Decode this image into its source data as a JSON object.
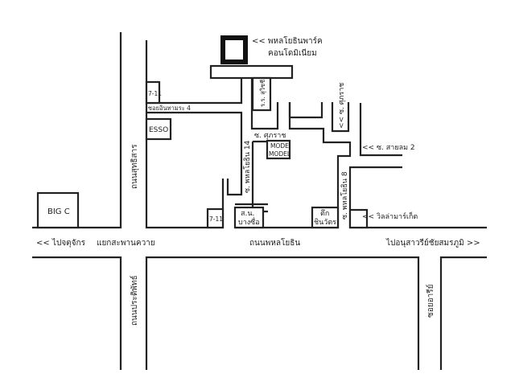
{
  "landmarks": {
    "condo_line1": "<< พหลโยธินพาร์ค",
    "condo_line2": "คอนโดมิเนียม",
    "school": "ร.ร. สุวิชชี",
    "seven_eleven_top": "7-11",
    "seven_eleven_bottom": "7-11",
    "esso": "ESSO",
    "mode_model_line1": "MODE",
    "mode_model_line2": "MODEL",
    "police_line1": "ส.น.",
    "police_line2": "บางซื่อ",
    "shinawatra_line1": "ตึก",
    "shinawatra_line2": "ชินวัตร",
    "villa_market": "<< วิลล่ามาร์เก็ต",
    "big_c": "BIG C"
  },
  "streets": {
    "soi_inthamara_4": "ซอยอินทามระ 4",
    "soi_supharat": "ซ. ศุภราช",
    "soi_supharat_arrow": "<< ซ. ศุภราช",
    "soi_phahon_14": "ซ. พหลโยธิน 14",
    "soi_phahon_8": "ซ. พหลโยธิน 8",
    "soi_sailom_2": "<< ซ. สายลม 2",
    "phahonyothin_rd": "ถนนพหลโยธิน",
    "sutthisan_rd": "ถนนสุทธิสาร",
    "pradiphat_rd": "ถนนประดิพัทธ์",
    "soi_ari": "ซอยอารีย์",
    "to_chatuchak": "<< ไปจตุจักร",
    "saphan_khwai": "แยกสะพานควาย",
    "to_victory_monument": "ไปอนุสาวรีย์ชัยสมรภูมิ >>"
  }
}
